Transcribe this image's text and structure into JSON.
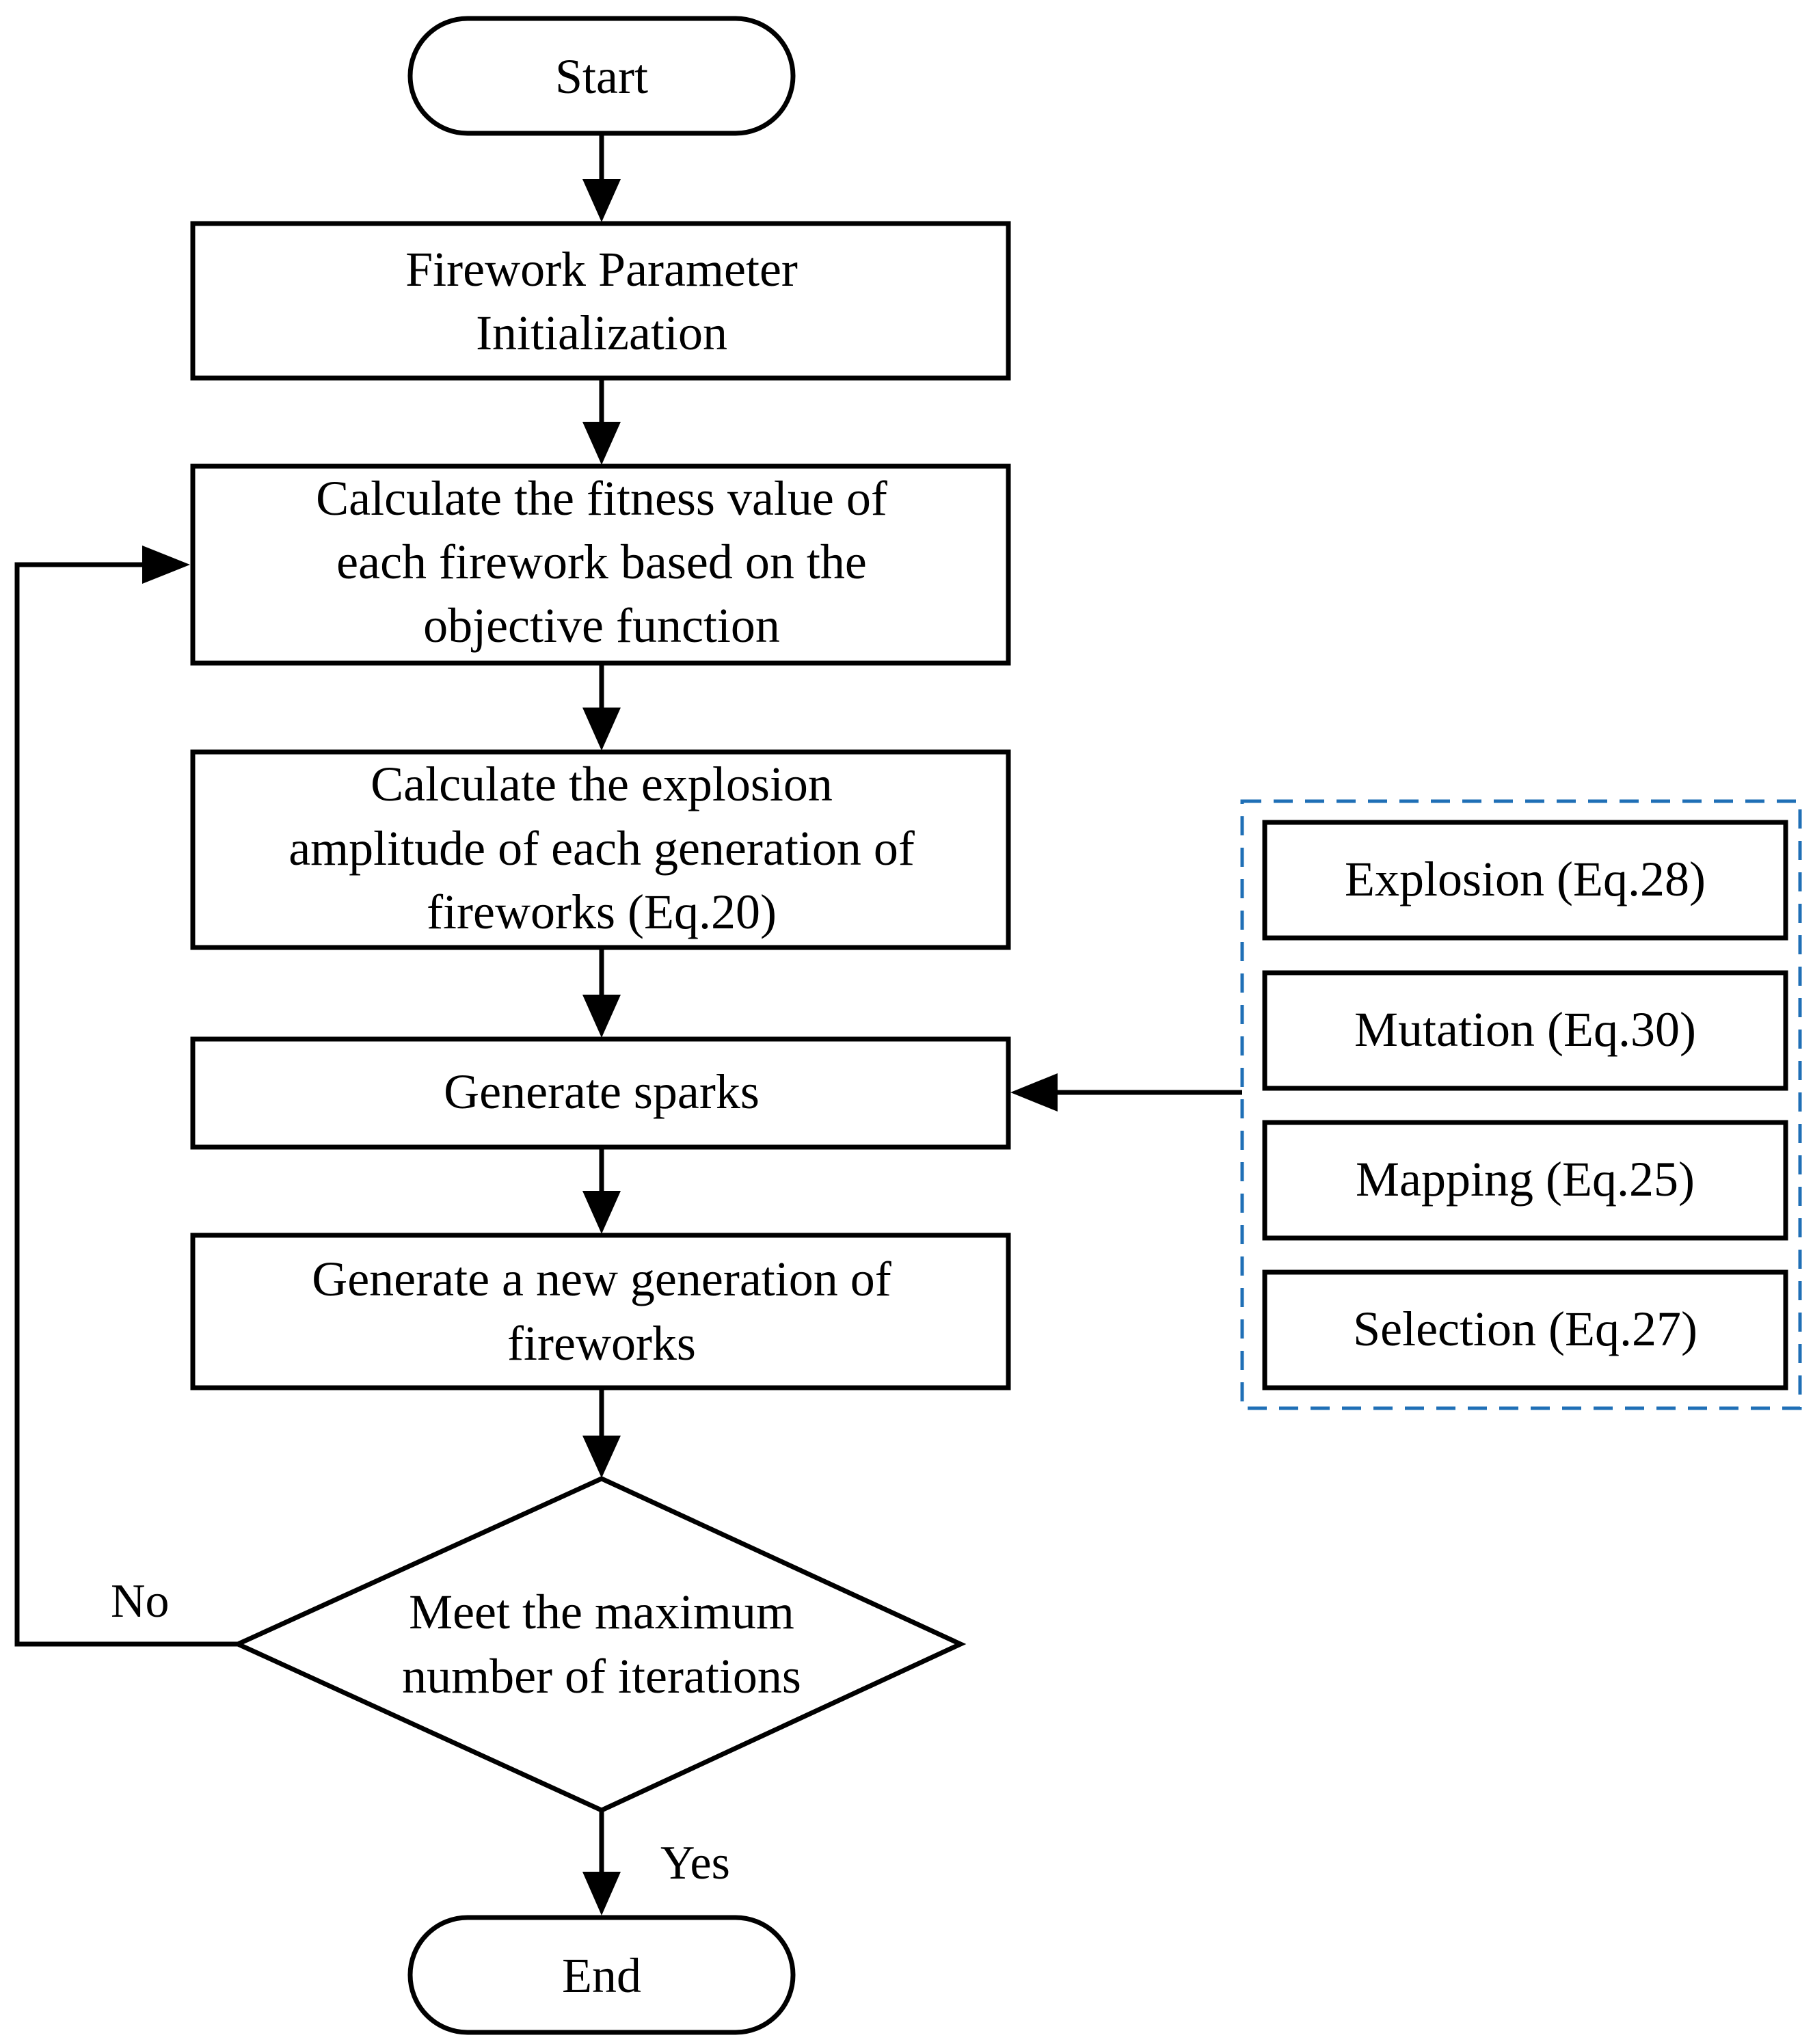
{
  "flowchart": {
    "start": "Start",
    "init": [
      "Firework Parameter",
      "Initialization"
    ],
    "fitness": [
      "Calculate the fitness value of",
      "each firework based on the",
      "objective function"
    ],
    "amplitude": [
      "Calculate the explosion",
      "amplitude of each generation of",
      "fireworks (Eq.20)"
    ],
    "sparks": "Generate sparks",
    "new_generation": [
      "Generate a new generation of",
      "fireworks"
    ],
    "decision": [
      "Meet the maximum",
      "number of iterations"
    ],
    "end": "End",
    "no_label": "No",
    "yes_label": "Yes"
  },
  "operators": {
    "items": [
      "Explosion (Eq.28)",
      "Mutation (Eq.30)",
      "Mapping (Eq.25)",
      "Selection (Eq.27)"
    ],
    "group_border_color": "#1f6fb6"
  }
}
